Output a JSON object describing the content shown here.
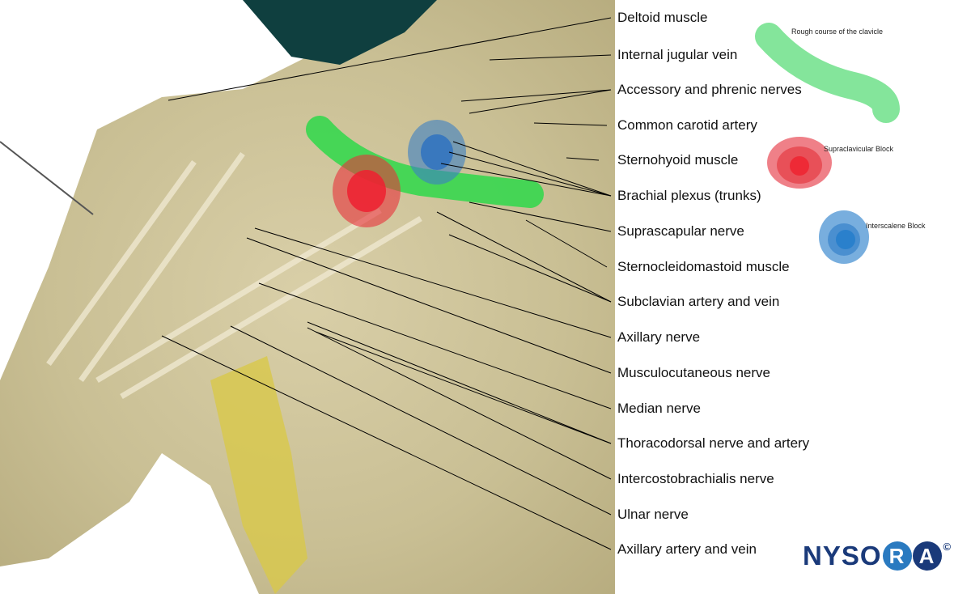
{
  "labels": [
    "Deltoid muscle",
    "Internal jugular vein",
    "Accessory and phrenic nerves",
    "Common carotid artery",
    "Sternohyoid muscle",
    "Brachial plexus (trunks)",
    "Suprascapular nerve",
    "Sternocleidomastoid muscle",
    "Subclavian artery and vein",
    "Axillary nerve",
    "Musculocutaneous nerve",
    "Median nerve",
    "Thoracodorsal nerve and artery",
    "Intercostobrachialis nerve",
    "Ulnar nerve",
    "Axillary artery and vein"
  ],
  "legend": {
    "clavicle": "Rough course of the clavicle",
    "supraclavicular": "Supraclavicular Block",
    "interscalene": "Interscalene Block"
  },
  "logo": {
    "text": "NYSO",
    "r": "R",
    "a": "A",
    "copyright": "©"
  },
  "colors": {
    "green": "#4cd964",
    "red": "#e8303a",
    "blue": "#3a7fc4",
    "logo_dark": "#1a3a7a",
    "logo_light": "#2a7ac0"
  }
}
